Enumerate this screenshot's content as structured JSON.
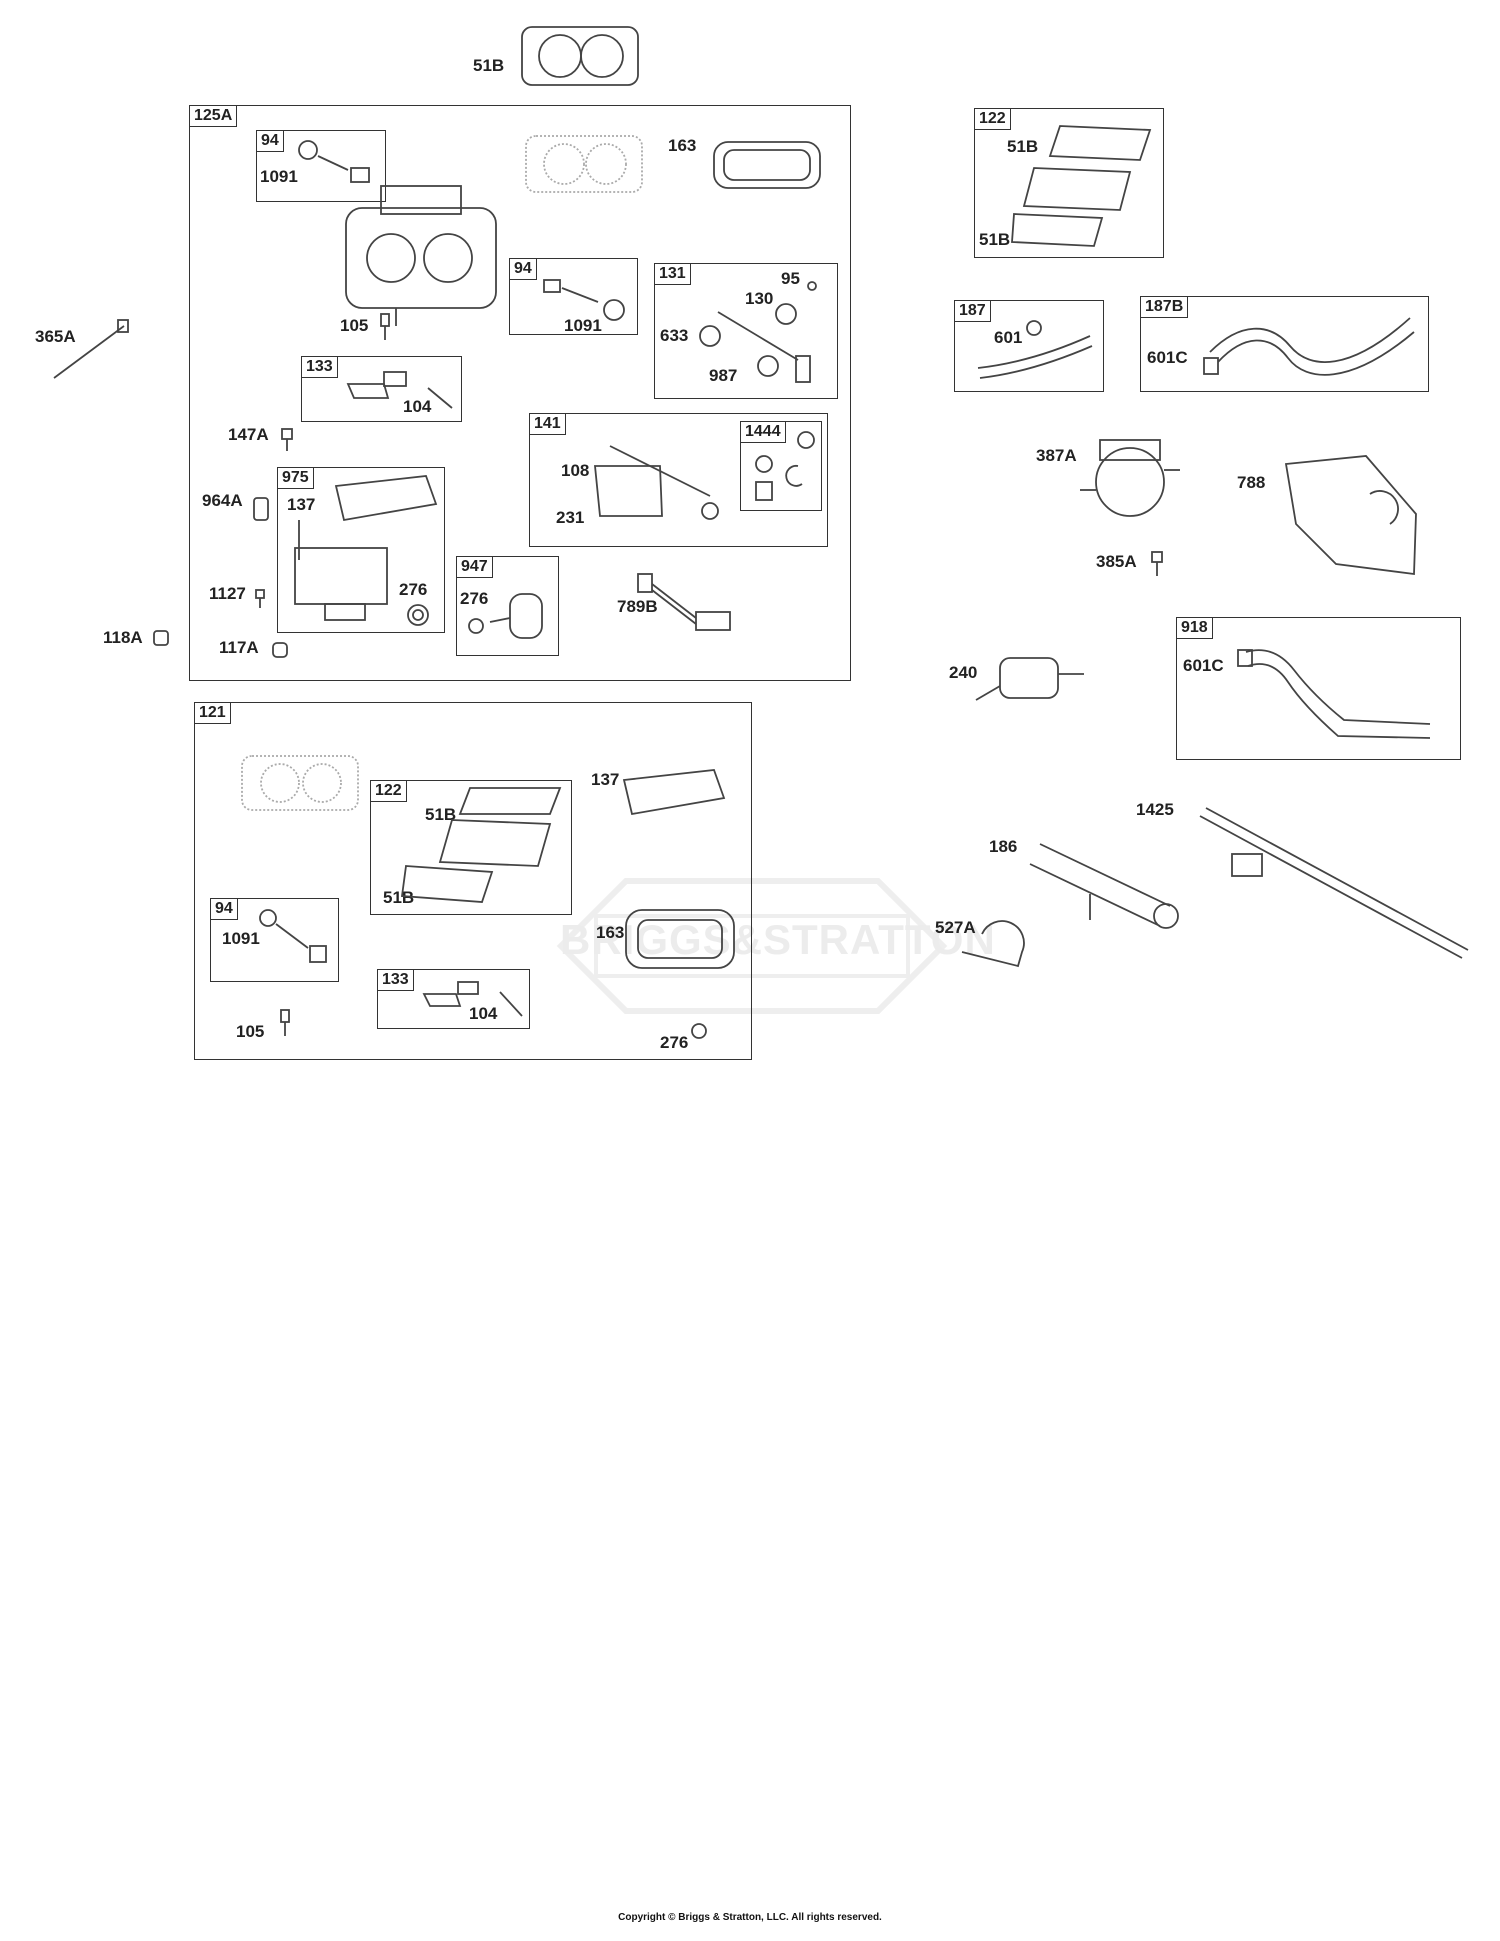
{
  "watermark": "BRIGGS&STRATTON",
  "copyright": "Copyright © Briggs & Stratton, LLC. All rights reserved.",
  "kits": {
    "k125A": "125A",
    "k94a": "94",
    "k94b": "94",
    "k131": "131",
    "k133a": "133",
    "k141": "141",
    "k1444": "1444",
    "k975": "975",
    "k947": "947",
    "k121": "121",
    "k122a": "122",
    "k94c": "94",
    "k133b": "133",
    "k122b": "122",
    "k187": "187",
    "k187B": "187B",
    "k918": "918"
  },
  "labels": {
    "l51B_top": "51B",
    "l163": "163",
    "l1091a": "1091",
    "l1091b": "1091",
    "l105a": "105",
    "l95": "95",
    "l130": "130",
    "l633": "633",
    "l987": "987",
    "l104a": "104",
    "l365A": "365A",
    "l147A": "147A",
    "l108": "108",
    "l231": "231",
    "l964A": "964A",
    "l137a": "137",
    "l276a": "276",
    "l1127": "1127",
    "l276b": "276",
    "l789B": "789B",
    "l118A": "118A",
    "l117A": "117A",
    "l51B_k121a": "51B",
    "l51B_k121b": "51B",
    "l137b": "137",
    "l163b": "163",
    "l1091c": "1091",
    "l104b": "104",
    "l105b": "105",
    "l276c": "276",
    "l51B_r1": "51B",
    "l51B_r2": "51B",
    "l601": "601",
    "l601C_a": "601C",
    "l387A": "387A",
    "l788": "788",
    "l385A": "385A",
    "l240": "240",
    "l601C_b": "601C",
    "l1425": "1425",
    "l186": "186",
    "l527A": "527A"
  }
}
